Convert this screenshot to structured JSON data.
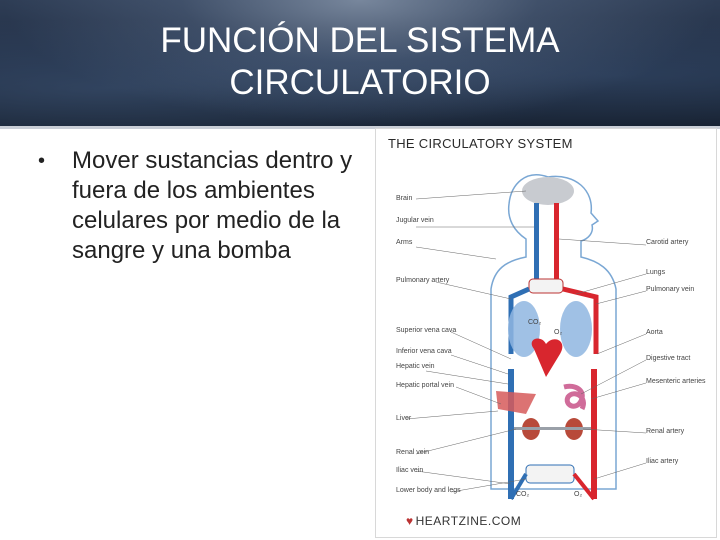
{
  "slide": {
    "title_line1": "FUNCIÓN DEL SISTEMA",
    "title_line2": "CIRCULATORIO",
    "bullets": [
      "Mover sustancias dentro y fuera de los ambientes celulares por medio de la sangre y una bomba"
    ],
    "bullet_symbol": "•"
  },
  "figure": {
    "title": "THE CIRCULATORY SYSTEM",
    "labels_left": [
      "Brain",
      "Jugular vein",
      "Arms",
      "Pulmonary artery",
      "Superior vena cava",
      "Inferior vena cava",
      "Hepatic vein",
      "Hepatic portal vein",
      "Liver",
      "Renal vein",
      "Iliac vein",
      "Lower body and legs"
    ],
    "labels_right": [
      "Carotid artery",
      "Lungs",
      "Pulmonary vein",
      "Aorta",
      "Digestive tract",
      "Mesenteric arteries",
      "Renal artery",
      "Iliac artery"
    ],
    "gas_labels": {
      "co2_top": "CO₂",
      "o2_top": "O₂",
      "co2_bottom": "CO₂",
      "o2_bottom": "O₂"
    },
    "brand": "HEARTZINE.COM",
    "colors": {
      "artery": "#d8262e",
      "vein": "#2f6fb4",
      "lung": "#8fb6e0",
      "organ": "#b84a3a"
    }
  }
}
